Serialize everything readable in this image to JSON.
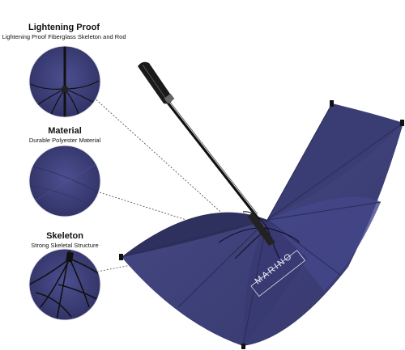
{
  "features": [
    {
      "title": "Lightening Proof",
      "subtitle": "Lightening Proof Fiberglass Skeleton and Rod"
    },
    {
      "title": "Material",
      "subtitle": "Durable Polyester Material"
    },
    {
      "title": "Skeleton",
      "subtitle": "Strong Skeletal Structure"
    }
  ],
  "umbrella": {
    "brand": "MARINO",
    "canopy_color": "#3d3f78",
    "canopy_dark": "#2f3160"
  }
}
